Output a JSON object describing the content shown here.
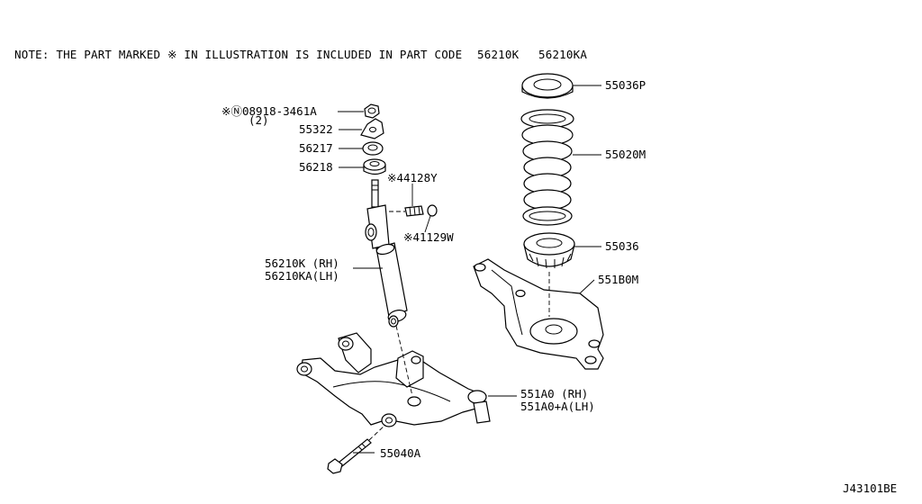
{
  "note": {
    "text": "NOTE: THE PART MARKED ※ IN ILLUSTRATION IS INCLUDED IN PART CODE",
    "codes": [
      "56210K",
      "56210KA"
    ]
  },
  "labels": {
    "bolt": "※Ⓝ08918-3461A",
    "bolt_qty": "(2)",
    "p55322": "55322",
    "p56217": "56217",
    "p56218": "56218",
    "p44128y": "※44128Y",
    "p41129w": "※41129W",
    "shock_rh": "56210K (RH)",
    "shock_lh": "56210KA(LH)",
    "seat_upper": "55036P",
    "spring": "55020M",
    "seat_lower": "55036",
    "upper_arm": "551B0M",
    "lower_arm_rh": "551A0 (RH)",
    "lower_arm_lh": "551A0+A(LH)",
    "long_bolt": "55040A"
  },
  "diagram_id": "J43101BE"
}
